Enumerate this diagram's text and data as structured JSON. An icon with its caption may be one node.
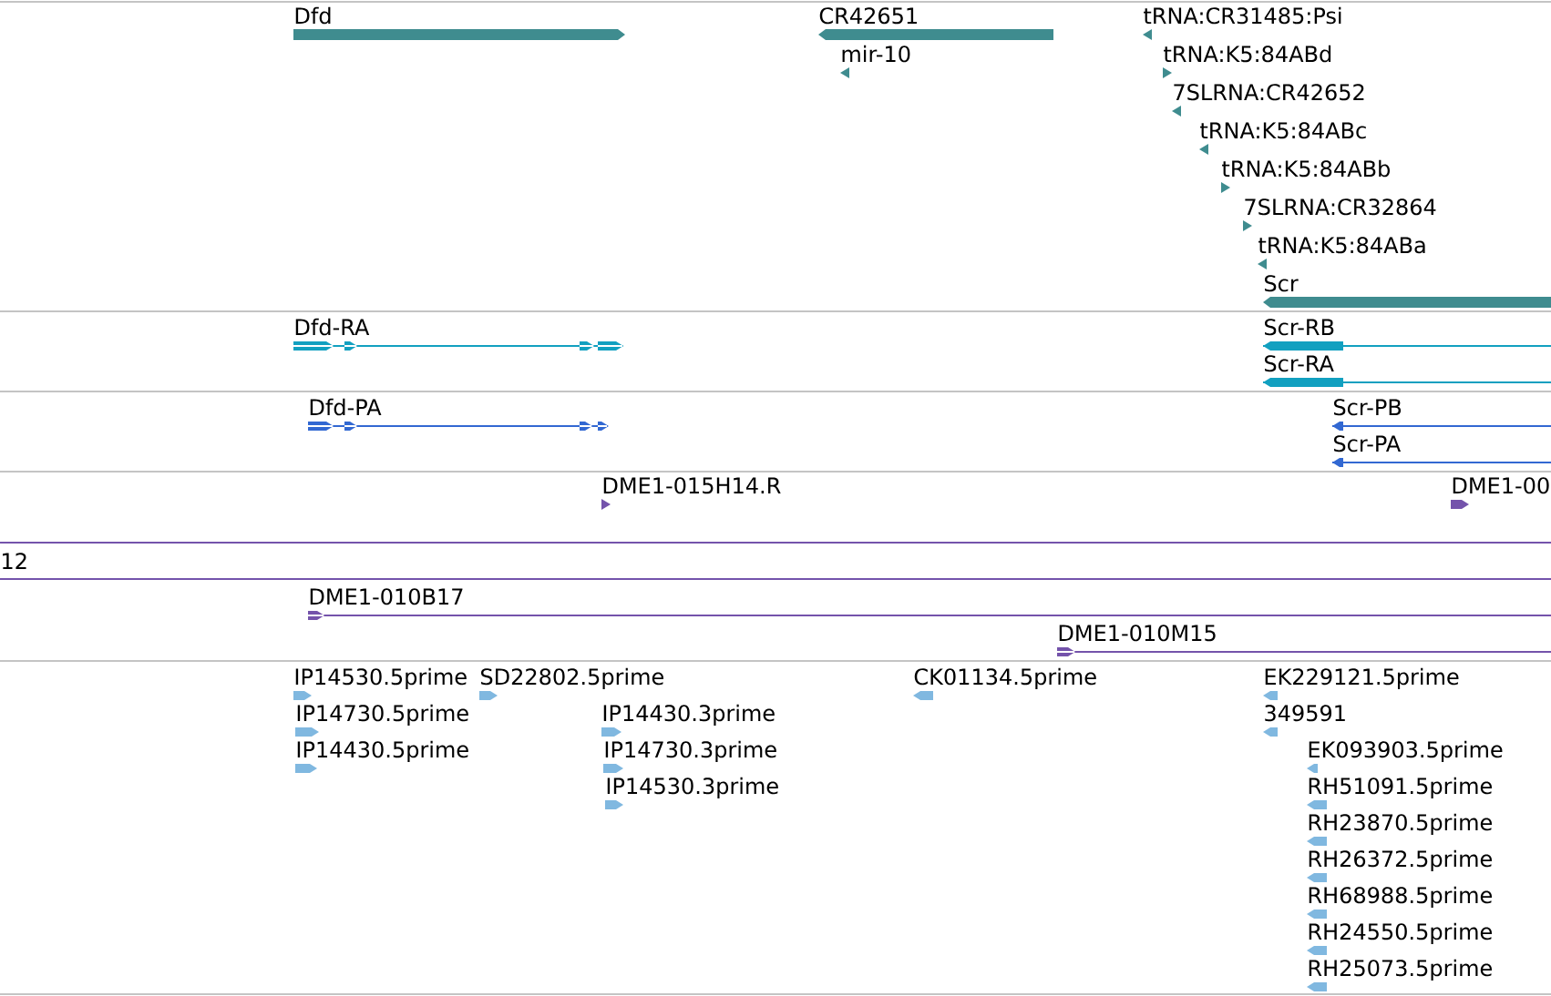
{
  "diagram": {
    "nodes": [
      {
        "text": [
          "Dfd"
        ]
      },
      {
        "text": [
          "CR42651"
        ]
      },
      {
        "text": [
          "tRNA:CR31485:Psi"
        ]
      },
      {
        "text": [
          "mir-10"
        ]
      },
      {
        "text": [
          "tRNA:K5:84ABd"
        ]
      },
      {
        "text": [
          "7SLRNA:CR42652"
        ]
      },
      {
        "text": [
          "tRNA:K5:84ABc"
        ]
      },
      {
        "text": [
          "tRNA:K5:84ABb"
        ]
      },
      {
        "text": [
          "7SLRNA:CR32864"
        ]
      },
      {
        "text": [
          "tRNA:K5:84ABa"
        ]
      },
      {
        "text": [
          "Scr"
        ]
      },
      {
        "text": [
          "Dfd-RA"
        ]
      },
      {
        "text": [
          "Scr-RB"
        ]
      },
      {
        "text": [
          "Scr-RA"
        ]
      },
      {
        "text": [
          "Dfd-PA"
        ]
      },
      {
        "text": [
          "Scr-PB"
        ]
      },
      {
        "text": [
          "Scr-PA"
        ]
      },
      {
        "text": [
          "DME1-015H14.R"
        ]
      },
      {
        "text": [
          "DME1-00"
        ]
      },
      {
        "text": [
          "DME1-010B17"
        ]
      },
      {
        "text": [
          "DME1-010M15"
        ]
      },
      {
        "text": [
          "IP14530.5prime"
        ]
      },
      {
        "text": [
          "SD22802.5prime"
        ]
      },
      {
        "text": [
          "CK01134.5prime"
        ]
      },
      {
        "text": [
          "EK229121.5prime"
        ]
      },
      {
        "text": [
          "IP14730.5prime"
        ]
      },
      {
        "text": [
          "IP14430.3prime"
        ]
      },
      {
        "text": [
          "349591"
        ]
      },
      {
        "text": [
          "IP14430.5prime"
        ]
      },
      {
        "text": [
          "IP14730.3prime"
        ]
      },
      {
        "text": [
          "EK093903.5prime"
        ]
      },
      {
        "text": [
          "IP14530.3prime"
        ]
      },
      {
        "text": [
          "RH51091.5prime"
        ]
      },
      {
        "text": [
          "RH23870.5prime"
        ]
      },
      {
        "text": [
          "RH26372.5prime"
        ]
      },
      {
        "text": [
          "RH68988.5prime"
        ]
      },
      {
        "text": [
          "RH24550.5prime"
        ]
      },
      {
        "text": [
          "RH25073.5prime"
        ]
      }
    ],
    "labels": [
      "12"
    ]
  }
}
